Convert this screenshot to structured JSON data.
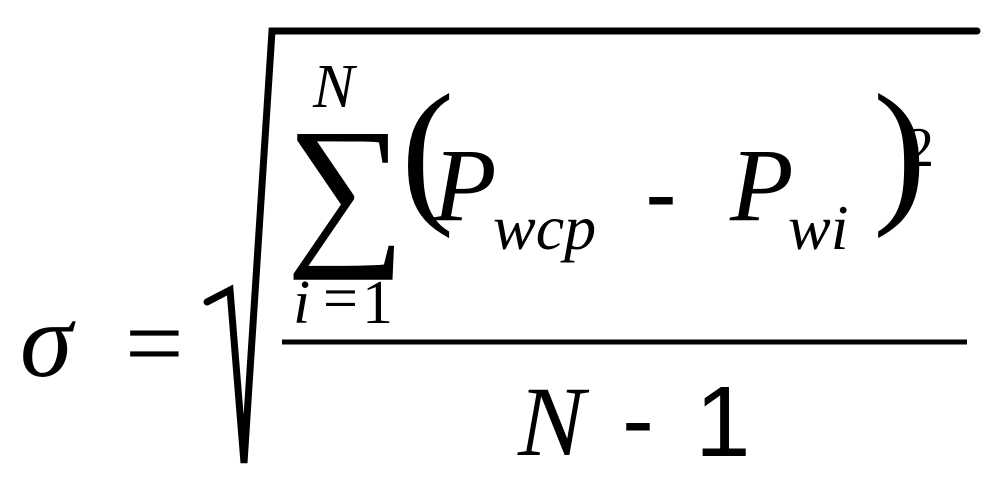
{
  "formula": {
    "lhs": "σ",
    "equals": "=",
    "summation": {
      "operator": "∑",
      "upper": "N",
      "lower_index": "i",
      "lower_equals": "=",
      "lower_value": "1"
    },
    "open_paren": "(",
    "term1": {
      "base": "P",
      "subscript": "wcp"
    },
    "minus": "-",
    "term2": {
      "base": "P",
      "subscript": "wi"
    },
    "close_paren": ")",
    "exponent": "2",
    "denominator": {
      "variable": "N",
      "minus": "-",
      "constant": "1"
    }
  },
  "colors": {
    "ink": "#000000",
    "background": "#ffffff"
  }
}
